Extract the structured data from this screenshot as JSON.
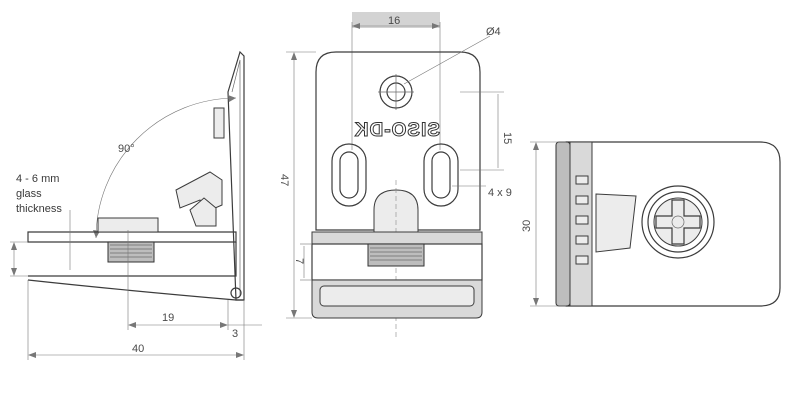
{
  "labels": {
    "width_top": "16",
    "hole_diameter": "Ø4",
    "slot_pitch": "15",
    "slot_size": "4 x 9",
    "height_total": "47",
    "lower_height": "7",
    "side_height": "30",
    "angle": "90°",
    "glass_range": "4 - 6 mm",
    "glass_word": "glass",
    "thickness_word": "thickness",
    "dim_19": "19",
    "dim_3": "3",
    "dim_40": "40",
    "brand": "SISO-DK"
  },
  "colors": {
    "outline": "#3c3c3c",
    "shade": "#d9d9d9",
    "dimension": "#777777"
  }
}
